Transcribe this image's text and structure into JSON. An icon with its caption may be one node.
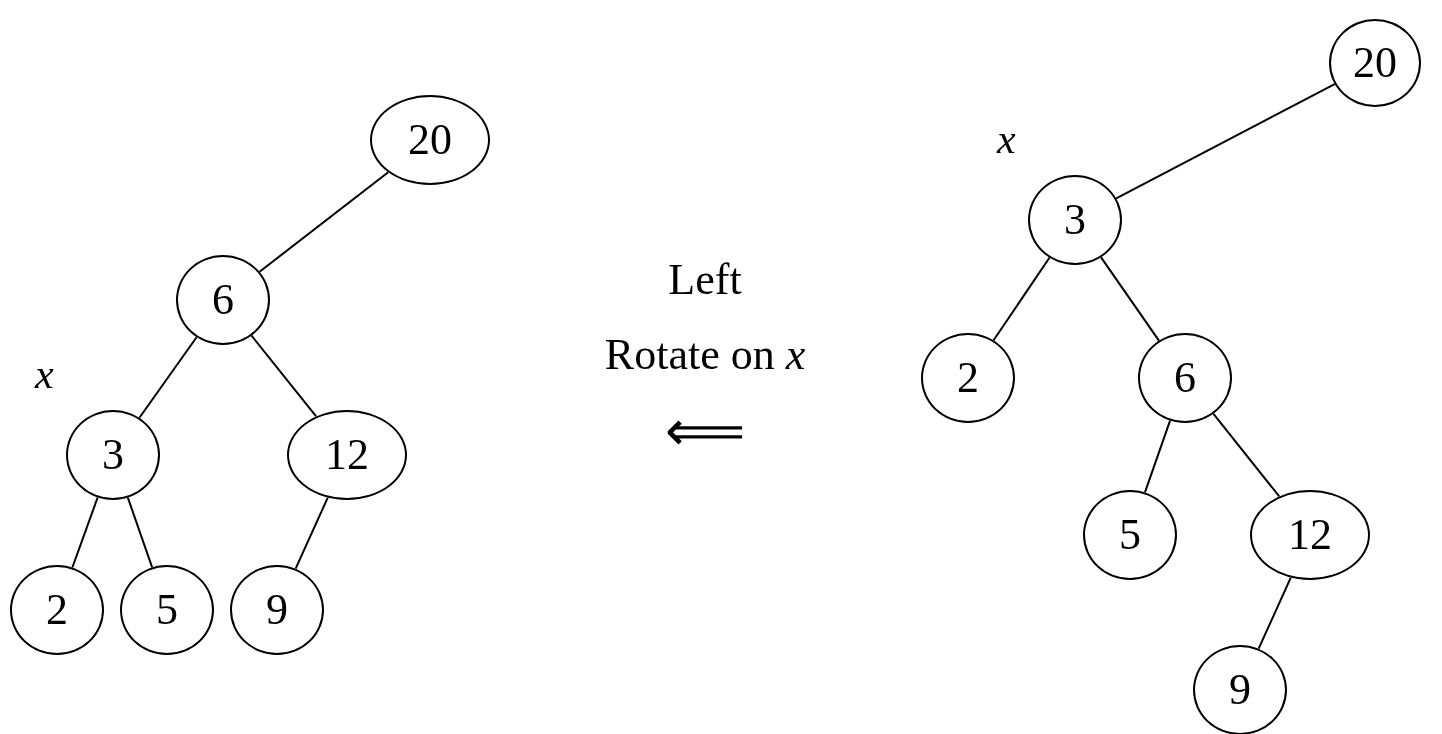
{
  "diagram": {
    "nodes": [
      {
        "text": [
          "20"
        ]
      },
      {
        "text": [
          "6"
        ]
      },
      {
        "text": [
          "3"
        ],
        "beside": [
          "x"
        ]
      },
      {
        "text": [
          "12"
        ]
      },
      {
        "text": [
          "2"
        ]
      },
      {
        "text": [
          "5"
        ]
      },
      {
        "text": [
          "9"
        ]
      },
      {
        "text": [
          "20"
        ]
      },
      {
        "text": [
          "3"
        ],
        "beside": [
          "x"
        ]
      },
      {
        "text": [
          "2"
        ]
      },
      {
        "text": [
          "6"
        ]
      },
      {
        "text": [
          "5"
        ]
      },
      {
        "text": [
          "12"
        ]
      },
      {
        "text": [
          "9"
        ]
      }
    ],
    "edges": [
      {
        "from": 0,
        "to": 1,
        "arrow": "none"
      },
      {
        "from": 1,
        "to": 2,
        "arrow": "none"
      },
      {
        "from": 1,
        "to": 3,
        "arrow": "none"
      },
      {
        "from": 2,
        "to": 4,
        "arrow": "none"
      },
      {
        "from": 2,
        "to": 5,
        "arrow": "none"
      },
      {
        "from": 3,
        "to": 6,
        "arrow": "none"
      },
      {
        "from": 7,
        "to": 8,
        "arrow": "none"
      },
      {
        "from": 8,
        "to": 9,
        "arrow": "none"
      },
      {
        "from": 8,
        "to": 10,
        "arrow": "none"
      },
      {
        "from": 10,
        "to": 11,
        "arrow": "none"
      },
      {
        "from": 10,
        "to": 12,
        "arrow": "none"
      },
      {
        "from": 12,
        "to": 13,
        "arrow": "none"
      }
    ],
    "labels": [
      "Left",
      "Rotate on *x*",
      "⟸"
    ]
  }
}
